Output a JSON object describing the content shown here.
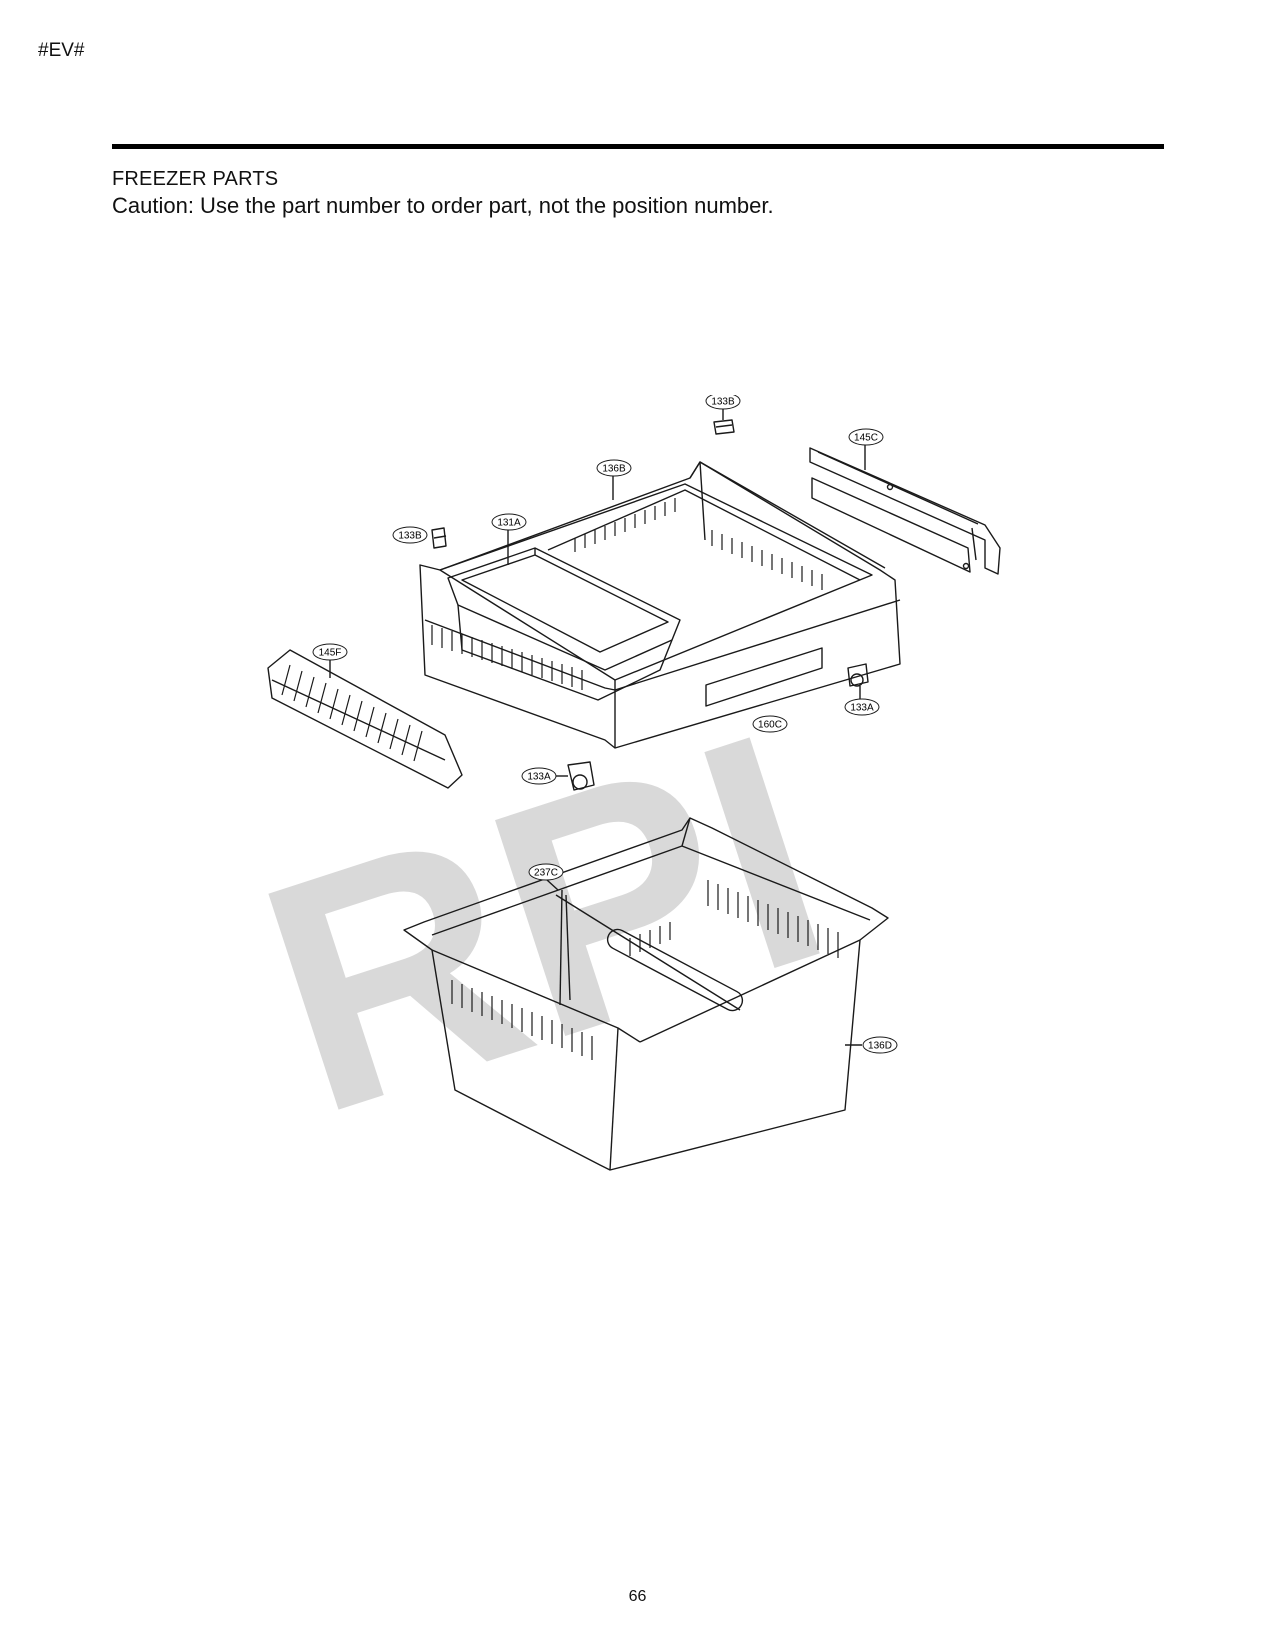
{
  "header": {
    "tag": "#EV#",
    "section_title": "FREEZER PARTS",
    "caution": "Caution: Use the part number to order part, not the position number."
  },
  "watermark": "RPI",
  "callouts": [
    "133B",
    "145C",
    "136B",
    "131A",
    "133B",
    "145F",
    "133A",
    "160C",
    "133A",
    "237C",
    "136D"
  ],
  "footer": {
    "page_number": "66"
  },
  "colors": {
    "line": "#1a1a1a",
    "watermark": "#d6d6d6"
  }
}
